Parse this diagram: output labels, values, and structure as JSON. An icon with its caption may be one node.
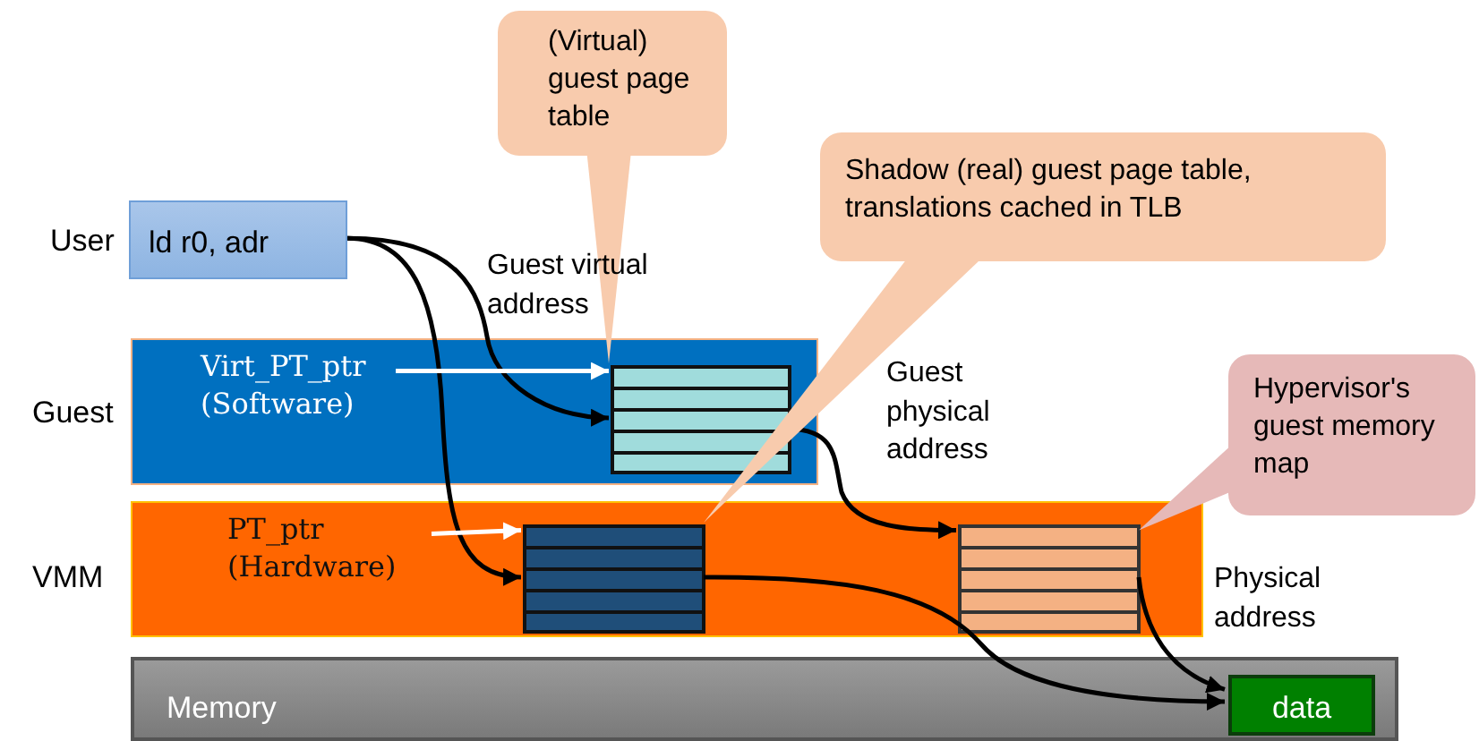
{
  "diagram": {
    "nodes": [
      {
        "text": [
          "ld r0, adr"
        ],
        "beside": [
          "User"
        ]
      },
      {
        "text": [],
        "shape": "box",
        "beside": [
          "Guest"
        ]
      },
      {
        "text": [
          "Virt_PT_ptr (Software)"
        ],
        "in": 1
      },
      {
        "text": [],
        "shape": "box",
        "in": 1
      },
      {
        "text": [],
        "shape": "box",
        "beside": [
          "VMM"
        ]
      },
      {
        "text": [
          "PT_ptr (Hardware)"
        ],
        "in": 4
      },
      {
        "text": [],
        "shape": "box",
        "in": 4
      },
      {
        "text": [],
        "shape": "box",
        "in": 4
      },
      {
        "text": [
          "Memory"
        ]
      },
      {
        "text": [
          "data"
        ],
        "in": 8
      },
      {
        "text": [
          "(Virtual) guest page table"
        ]
      },
      {
        "text": [
          "Shadow (real) guest page table, translations cached in TLB"
        ]
      },
      {
        "text": [
          "Hypervisor's guest memory map"
        ]
      }
    ],
    "edges": [
      {
        "from": 0,
        "to": 3,
        "arrow": "to",
        "label": "Guest virtual address"
      },
      {
        "from": 0,
        "to": 6,
        "arrow": "to"
      },
      {
        "from": 3,
        "to": 7,
        "arrow": "to",
        "label": "Guest physical address"
      },
      {
        "from": 6,
        "to": 9,
        "arrow": "to"
      },
      {
        "from": 7,
        "to": 9,
        "arrow": "to",
        "label": "Physical address"
      },
      {
        "from": 2,
        "to": 3,
        "arrow": "to",
        "color": "#ffffff"
      },
      {
        "from": 5,
        "to": 6,
        "arrow": "to",
        "color": "#ffffff"
      },
      {
        "from": 10,
        "to": 3,
        "arrow": "none",
        "color": "#f8cbad"
      },
      {
        "from": 11,
        "to": 6,
        "arrow": "none",
        "color": "#f8cbad"
      },
      {
        "from": 12,
        "to": 7,
        "arrow": "none",
        "color": "#e6b9b8"
      }
    ]
  }
}
